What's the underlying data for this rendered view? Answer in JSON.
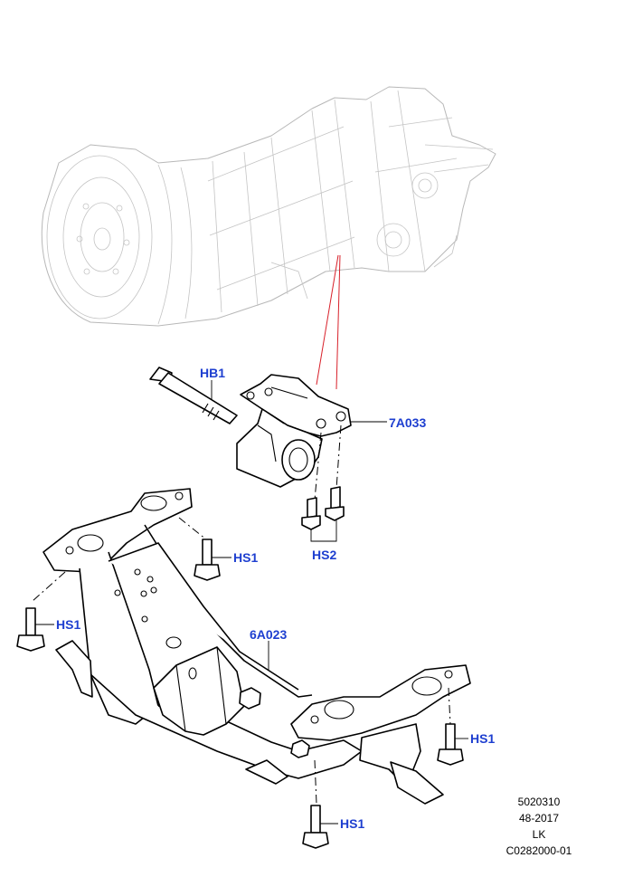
{
  "callouts": {
    "hb1": "HB1",
    "mount": "7A033",
    "hs2": "HS2",
    "hs1_upper": "HS1",
    "hs1_left": "HS1",
    "crossmember": "6A023",
    "hs1_right": "HS1",
    "hs1_bottom": "HS1"
  },
  "caption": {
    "line1": "5020310",
    "line2": "48-2017",
    "line3": "LK",
    "line4": "C0282000-01"
  },
  "colors": {
    "callout_text": "#1e3fd0",
    "ghost_lines": "#b8b8b8",
    "leader_red": "#d8202a",
    "part_lines": "#000000"
  }
}
